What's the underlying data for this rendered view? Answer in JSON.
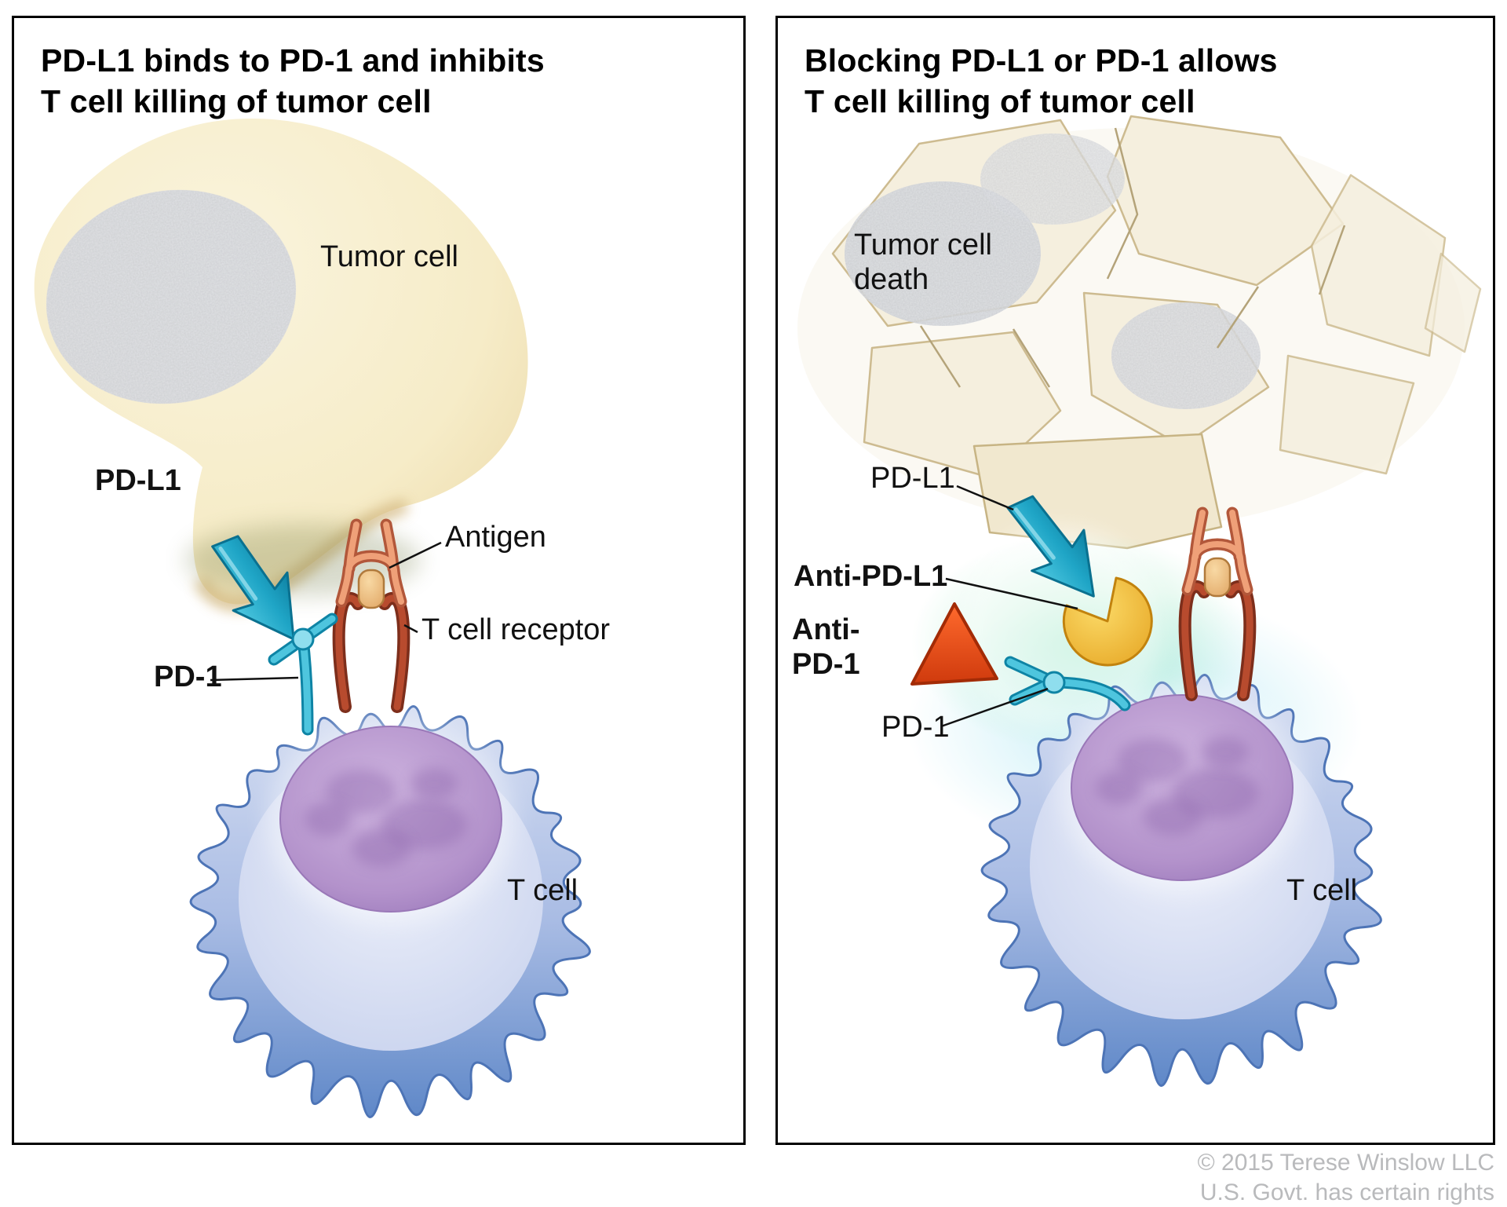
{
  "panel_left": {
    "title": "PD-L1 binds to PD-1 and inhibits\nT cell killing of tumor cell",
    "labels": {
      "tumor_cell": "Tumor cell",
      "pdl1": "PD-L1",
      "antigen": "Antigen",
      "t_cell_receptor": "T cell receptor",
      "pd1": "PD-1",
      "t_cell": "T cell"
    }
  },
  "panel_right": {
    "title": "Blocking PD-L1 or PD-1 allows\nT cell killing of tumor cell",
    "labels": {
      "tumor_cell_death": "Tumor cell\ndeath",
      "pdl1": "PD-L1",
      "anti_pdl1": "Anti-PD-L1",
      "anti_pd1": "Anti-\nPD-1",
      "pd1": "PD-1",
      "t_cell": "T cell"
    }
  },
  "footer": {
    "copyright": "© 2015 Terese Winslow LLC",
    "rights": "U.S. Govt. has certain rights"
  },
  "colors": {
    "tumor_fill": "#F5EBC6",
    "tumor_granule": "#DFE2E6",
    "pdl1_teal": "#1FA5C6",
    "pd1_cyan": "#4EC5DE",
    "receptor_rust": "#B84B2E",
    "mhc_salmon": "#EFA078",
    "antigen_peach": "#EFC089",
    "tcell_outer_blue": "#6D92CC",
    "tcell_body": "#DDE3F4",
    "nucleus_purple": "#B392CB",
    "anti_pdl1_yellow": "#F2BF3A",
    "anti_pd1_red": "#E8481B",
    "activation_glow_green": "#78E1AA",
    "activation_glow_cyan": "#78D7EB",
    "credit_gray": "#B9BABC"
  }
}
